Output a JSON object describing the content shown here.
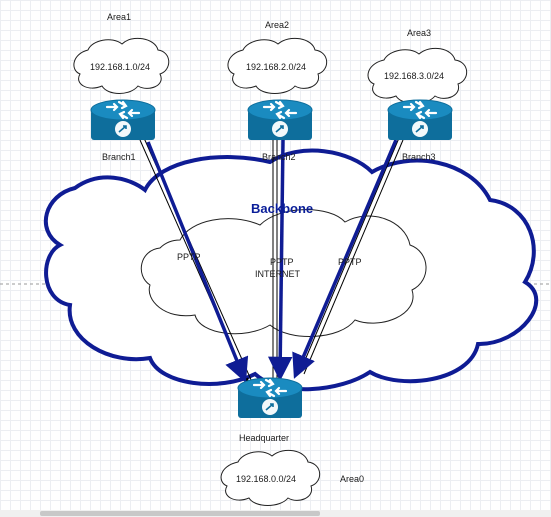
{
  "diagram": {
    "areas": [
      {
        "label": "Area1",
        "subnet": "192.168.1.0/24",
        "router": "Branch1",
        "tunnel": "PPTP"
      },
      {
        "label": "Area2",
        "subnet": "192.168.2.0/24",
        "router": "Branch2",
        "tunnel": "PPTP"
      },
      {
        "label": "Area3",
        "subnet": "192.168.3.0/24",
        "router": "Branch3",
        "tunnel": "PPTP"
      }
    ],
    "backbone": {
      "label": "Backbone"
    },
    "internet": {
      "label": "INTERNET"
    },
    "headquarter": {
      "label": "Area0",
      "subnet": "192.168.0.0/24",
      "router": "Headquarter"
    },
    "colors": {
      "backbone_stroke": "#0f1c94",
      "router_fill": "#0e6e9c",
      "router_top": "#1a8bc0",
      "link_stroke": "#0f1c94"
    },
    "icons": [
      "router-icon",
      "cloud-shape"
    ]
  }
}
